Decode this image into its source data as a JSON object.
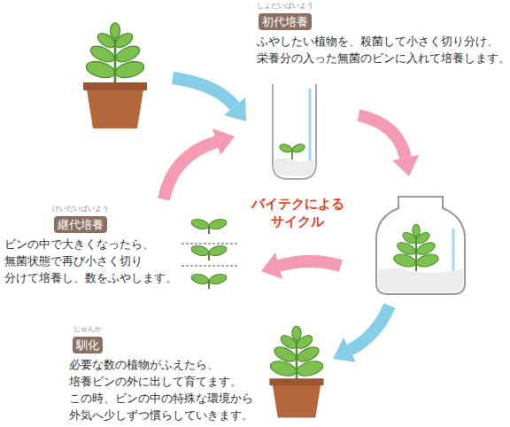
{
  "diagram": {
    "nodes": [
      {
        "text": [
          "しょだいばいよう",
          "初代培養",
          "ふやしたい植物を、殺菌して小さく切り分け、 栄養分の入った無菌のビンに入れて培養します。"
        ]
      },
      {
        "text": [
          "けいだいばいよう",
          "継代培養",
          "ビンの中で大きくなったら、 無菌状態で再び小さく切り 分けて培養し、数をふやします。"
        ]
      },
      {
        "text": [
          "じゅんか",
          "馴化",
          "必要な数の植物がふえたら、 培養ビンの外に出して育てます。 この時、ビンの中の特殊な環境から 外気へ少しずつ慣らしていきます。"
        ]
      }
    ],
    "labels": [
      "バイテクによる サイクル"
    ]
  }
}
